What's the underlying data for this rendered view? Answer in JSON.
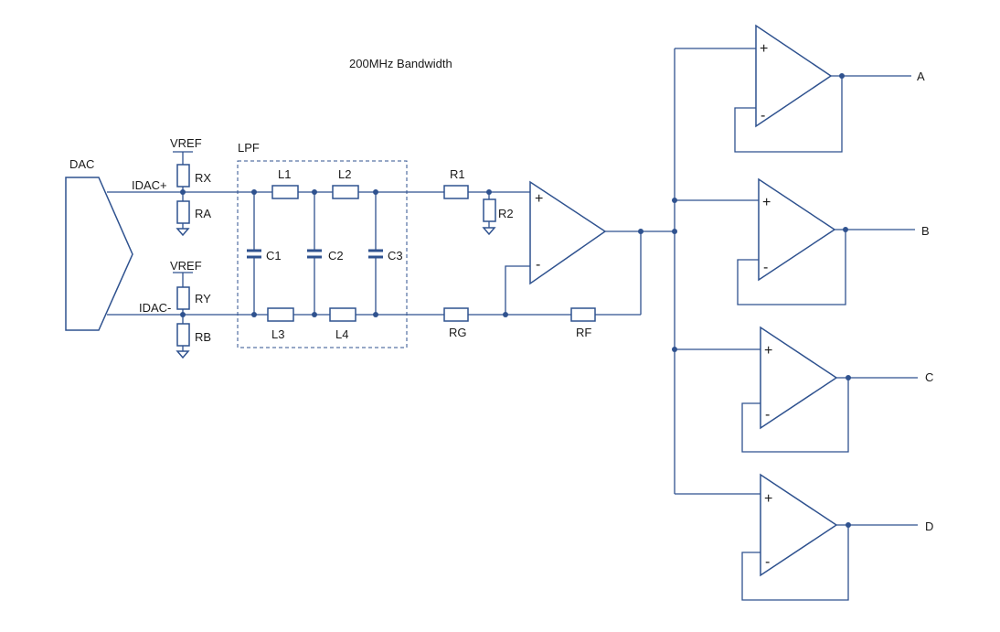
{
  "title": "200MHz Bandwidth",
  "dac": {
    "label": "DAC",
    "out_pos": "IDAC+",
    "out_neg": "IDAC-"
  },
  "vref_top": "VREF",
  "vref_bottom": "VREF",
  "filter": {
    "label": "LPF",
    "inductors": [
      "L1",
      "L2",
      "L3",
      "L4"
    ],
    "capacitors": [
      "C1",
      "C2",
      "C3"
    ]
  },
  "resistors": {
    "rx": "RX",
    "ra": "RA",
    "ry": "RY",
    "rb": "RB",
    "r1": "R1",
    "r2": "R2",
    "rg": "RG",
    "rf": "RF"
  },
  "amp": {
    "plus": "+",
    "minus": "-"
  },
  "buffers": [
    {
      "label": "A",
      "plus": "+",
      "minus": "-"
    },
    {
      "label": "B",
      "plus": "+",
      "minus": "-"
    },
    {
      "label": "C",
      "plus": "+",
      "minus": "-"
    },
    {
      "label": "D",
      "plus": "+",
      "minus": "-"
    }
  ],
  "colors": {
    "wire": "#2f528f",
    "text": "#1a1a1a",
    "background": "#ffffff"
  }
}
